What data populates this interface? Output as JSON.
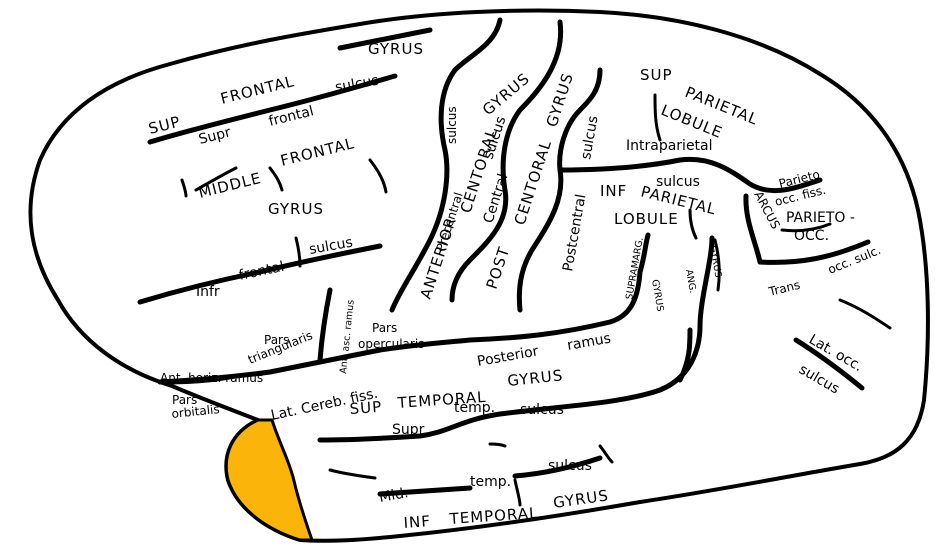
{
  "colors": {
    "highlight": "#fbb50a",
    "outline": "#000000",
    "fill": "#ffffff"
  },
  "labels": {
    "gyrus_top": "GYRUS",
    "sup": "SUP",
    "frontal_top": "FRONTAL",
    "sulcus_top": "sulcus",
    "supr_frontal": "Supr",
    "frontal_lower": "frontal",
    "middle": "MIDDLE",
    "frontal_mid": "FRONTAL",
    "gyrus_mid": "GYRUS",
    "infr": "Infr",
    "frontal_infr": "frontal",
    "sulcus_infr": "sulcus",
    "sulcus_vert": "sulcus",
    "precentral": "Precentral",
    "anterior": "ANTERIOR",
    "centoral_ant": "CENTORAL",
    "gyrus_ant": "GYRUS",
    "central": "Central",
    "sulcus_central": "sulcus",
    "post": "POST",
    "centoral_post": "CENTORAL",
    "gyrus_post": "GYRUS",
    "postcentral": "Postcentral",
    "sulcus_post": "sulcus",
    "sup_parietal": "SUP",
    "parietal_sup": "PARIETAL",
    "lobule_sup": "LOBULE",
    "intraparietal": "Intraparietal",
    "sulcus_intra": "sulcus",
    "inf_parietal": "INF",
    "parietal_inf": "PARIETAL",
    "lobule_inf": "LOBULE",
    "supramarg": "SUPRAMARG.",
    "gyrus_supramarg": "GYRUS",
    "ang": "ANG.",
    "gyrus_ang": "GYRUS",
    "arcus": "ARCUS",
    "parieto": "Parieto",
    "occ_fiss": "occ. fiss.",
    "parieto_occ": "PARIETO -",
    "occ": "OCC.",
    "occ_sulc": "occ. sulc.",
    "trans": "Trans",
    "lat_occ": "Lat. occ.",
    "sulcus_latocc": "sulcus",
    "pars_triangularis_1": "Pars",
    "pars_triangularis_2": "triangularis",
    "ant_asc_ramus": "Ant. asc. ramus",
    "pars_opercularis_1": "Pars",
    "pars_opercularis_2": "opercularis",
    "ant_horiz_ramus": "Ant. horiz. ramus",
    "pars_orbitalis_1": "Pars",
    "pars_orbitalis_2": "orbitalis",
    "posterior": "Posterior",
    "ramus": "ramus",
    "lat_cereb_fiss": "Lat. Cereb. fiss.",
    "sup_temporal": "SUP",
    "temporal_sup": "TEMPORAL",
    "gyrus_temporal_sup": "GYRUS",
    "supr_temp": "Supr",
    "temp_supr": "temp.",
    "sulcus_temp_supr": "sulcus",
    "mid": "Mid.",
    "temp_mid": "temp.",
    "sulcus_mid": "sulcus",
    "inf_temporal": "INF",
    "temporal_inf": "TEMPORAL",
    "gyrus_temporal_inf": "GYRUS"
  }
}
